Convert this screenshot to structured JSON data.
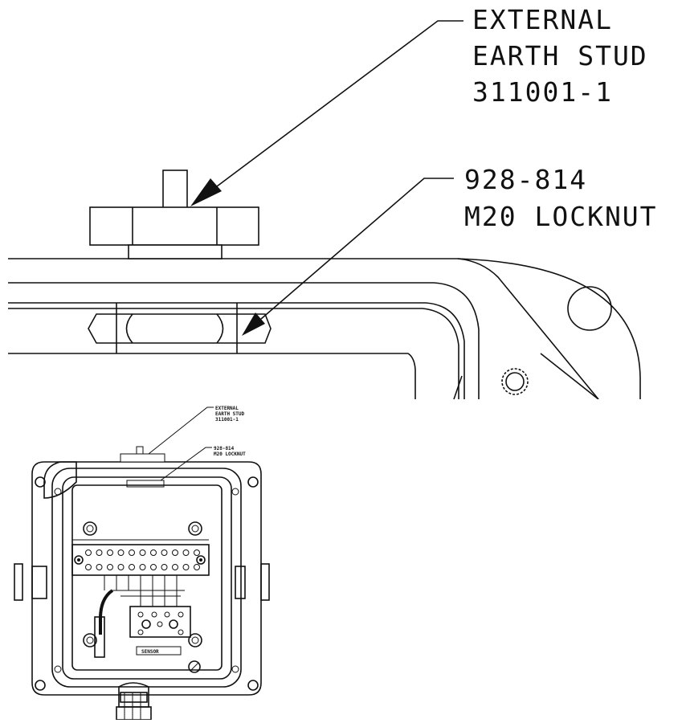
{
  "detail_callouts": {
    "earth_stud": {
      "line1": "EXTERNAL",
      "line2": "EARTH STUD",
      "line3": "311001-1"
    },
    "locknut": {
      "line1": "928-814",
      "line2": "M20 LOCKNUT"
    }
  },
  "overview_callouts": {
    "earth_stud": {
      "line1": "EXTERNAL",
      "line2": "EARTH STUD",
      "line3": "311001-1"
    },
    "locknut": {
      "line1": "928-814",
      "line2": "M20 LOCKNUT"
    }
  },
  "sensor_label": "SENSOR",
  "colors": {
    "line": "#111111",
    "background": "#ffffff"
  }
}
